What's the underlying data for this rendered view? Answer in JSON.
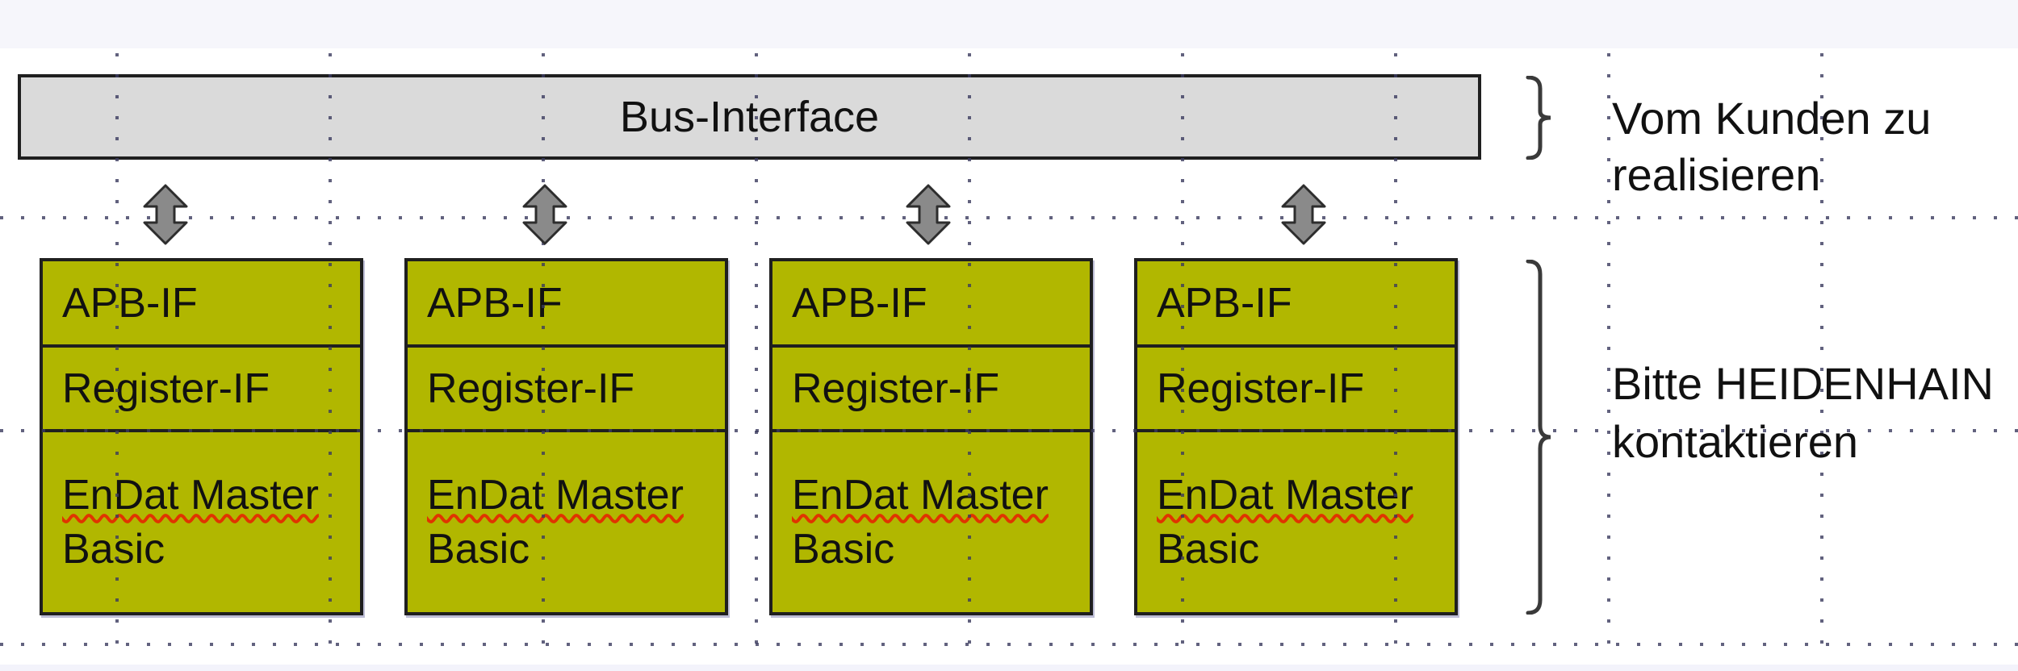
{
  "bus": {
    "label": "Bus-Interface"
  },
  "modules": [
    {
      "apb": "APB-IF",
      "register": "Register-IF",
      "endat_line1": "EnDat Master",
      "endat_line2": "Basic"
    },
    {
      "apb": "APB-IF",
      "register": "Register-IF",
      "endat_line1": "EnDat Master",
      "endat_line2": "Basic"
    },
    {
      "apb": "APB-IF",
      "register": "Register-IF",
      "endat_line1": "EnDat Master",
      "endat_line2": "Basic"
    },
    {
      "apb": "APB-IF",
      "register": "Register-IF",
      "endat_line1": "EnDat Master",
      "endat_line2": "Basic"
    }
  ],
  "annotations": {
    "customer": {
      "line1": "Vom Kunden zu",
      "line2": "realisieren"
    },
    "heidenhain": {
      "line1": "Bitte HEIDENHAIN",
      "line2": "kontaktieren"
    }
  },
  "colors": {
    "module_fill": "#b1b700",
    "bus_fill": "#dadada",
    "arrow_fill": "#8a8a8a",
    "border": "#1f1f1f",
    "grid_dot": "#3a3a5e",
    "squiggle": "#e03400",
    "strip_top": "#f6f6fb",
    "strip_bottom": "#f3f3fb"
  }
}
